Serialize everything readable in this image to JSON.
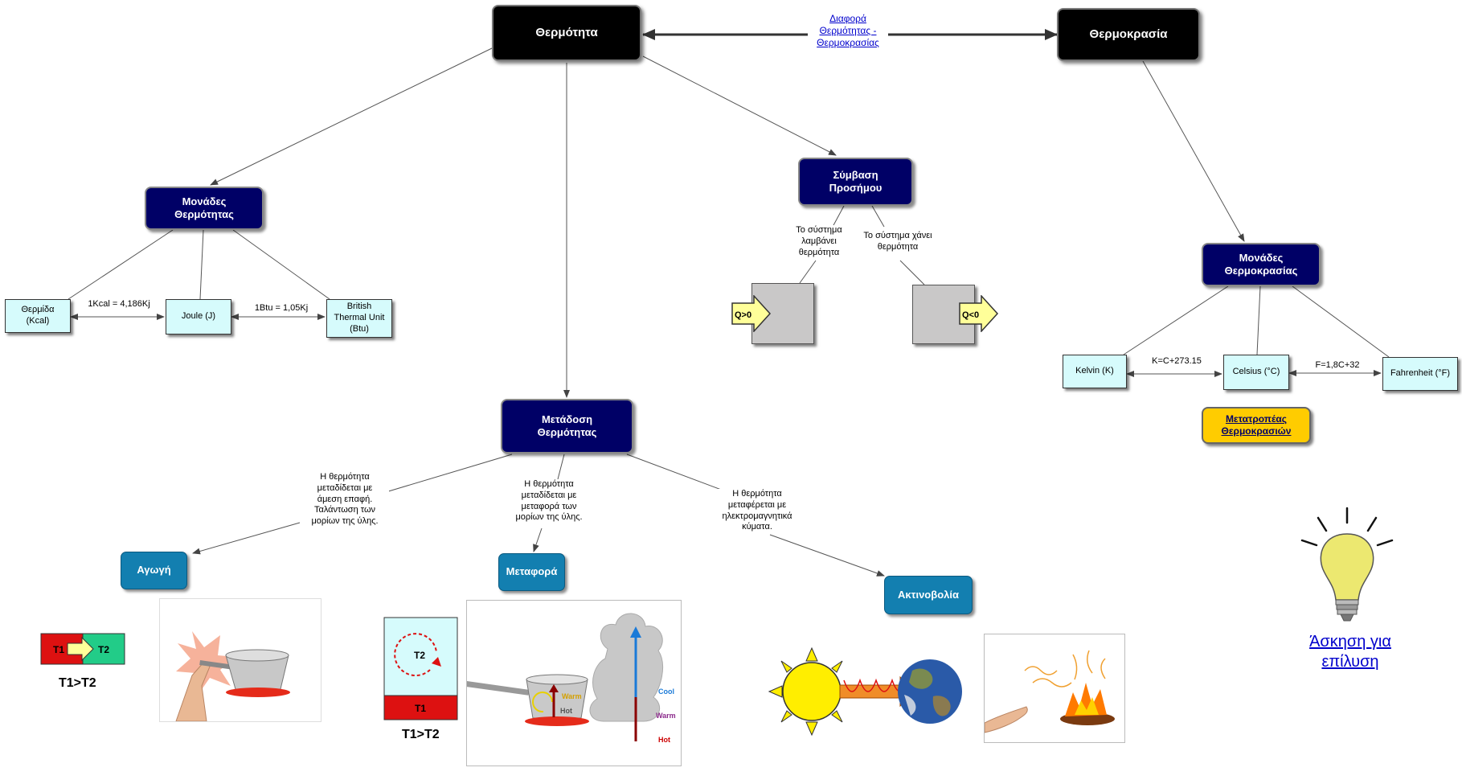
{
  "nodes": {
    "thermotita": "Θερμότητα",
    "thermokrasia": "Θερμοκρασία",
    "monades_thermotitas": "Μονάδες\nΘερμότητας",
    "symvasi_prosimou": "Σύμβαση\nΠροσήμου",
    "metadosi": "Μετάδοση\nΘερμότητας",
    "monades_thermokrasias": "Μονάδες\nΘερμοκρασίας",
    "thermida": "Θερμίδα\n(Kcal)",
    "joule": "Joule (J)",
    "btu": "British\nThermal Unit\n(Btu)",
    "kelvin": "Kelvin (K)",
    "celsius": "Celsius (°C)",
    "fahrenheit": "Fahrenheit (°F)",
    "agogi": "Αγωγή",
    "metafora": "Μεταφορά",
    "aktinovolia": "Ακτινοβολία",
    "metatropeas": "Μετατροπέας\nΘερμοκρασιών"
  },
  "labels": {
    "diafora_link": "Διαφορά\nΘερμότητας -\nΘερμοκρασίας",
    "kcal_joule": "1Kcal = 4,186Kj",
    "btu_joule": "1Btu = 1,05Kj",
    "kelvin_celsius": "K=C+273.15",
    "fahrenheit_celsius": "F=1,8C+32",
    "lamvanei": "Το σύστημα\nλαμβάνει\nθερμότητα",
    "xanei": "Το σύστημα χάνει\nθερμότητα",
    "agogi_desc": "Η θερμότητα\nμεταδίδεται με\nάμεση επαφή.\nΤαλάντωση των\nμορίων της ύλης.",
    "metafora_desc": "Η θερμότητα\nμεταδίδεται με\nμεταφορά των\nμορίων της ύλης.",
    "aktinovolia_desc": "Η θερμότητα\nμεταφέρεται με\nηλεκτρομαγνητικά\nκύματα.",
    "q_pos": "Q>0",
    "q_neg": "Q<0",
    "askisi_link": "Άσκηση για\nεπίλυση",
    "t1": "T1",
    "t2": "T2",
    "t1_gt_t2": "T1>T2",
    "warm": "Warm",
    "hot": "Hot",
    "cool": "Cool"
  }
}
